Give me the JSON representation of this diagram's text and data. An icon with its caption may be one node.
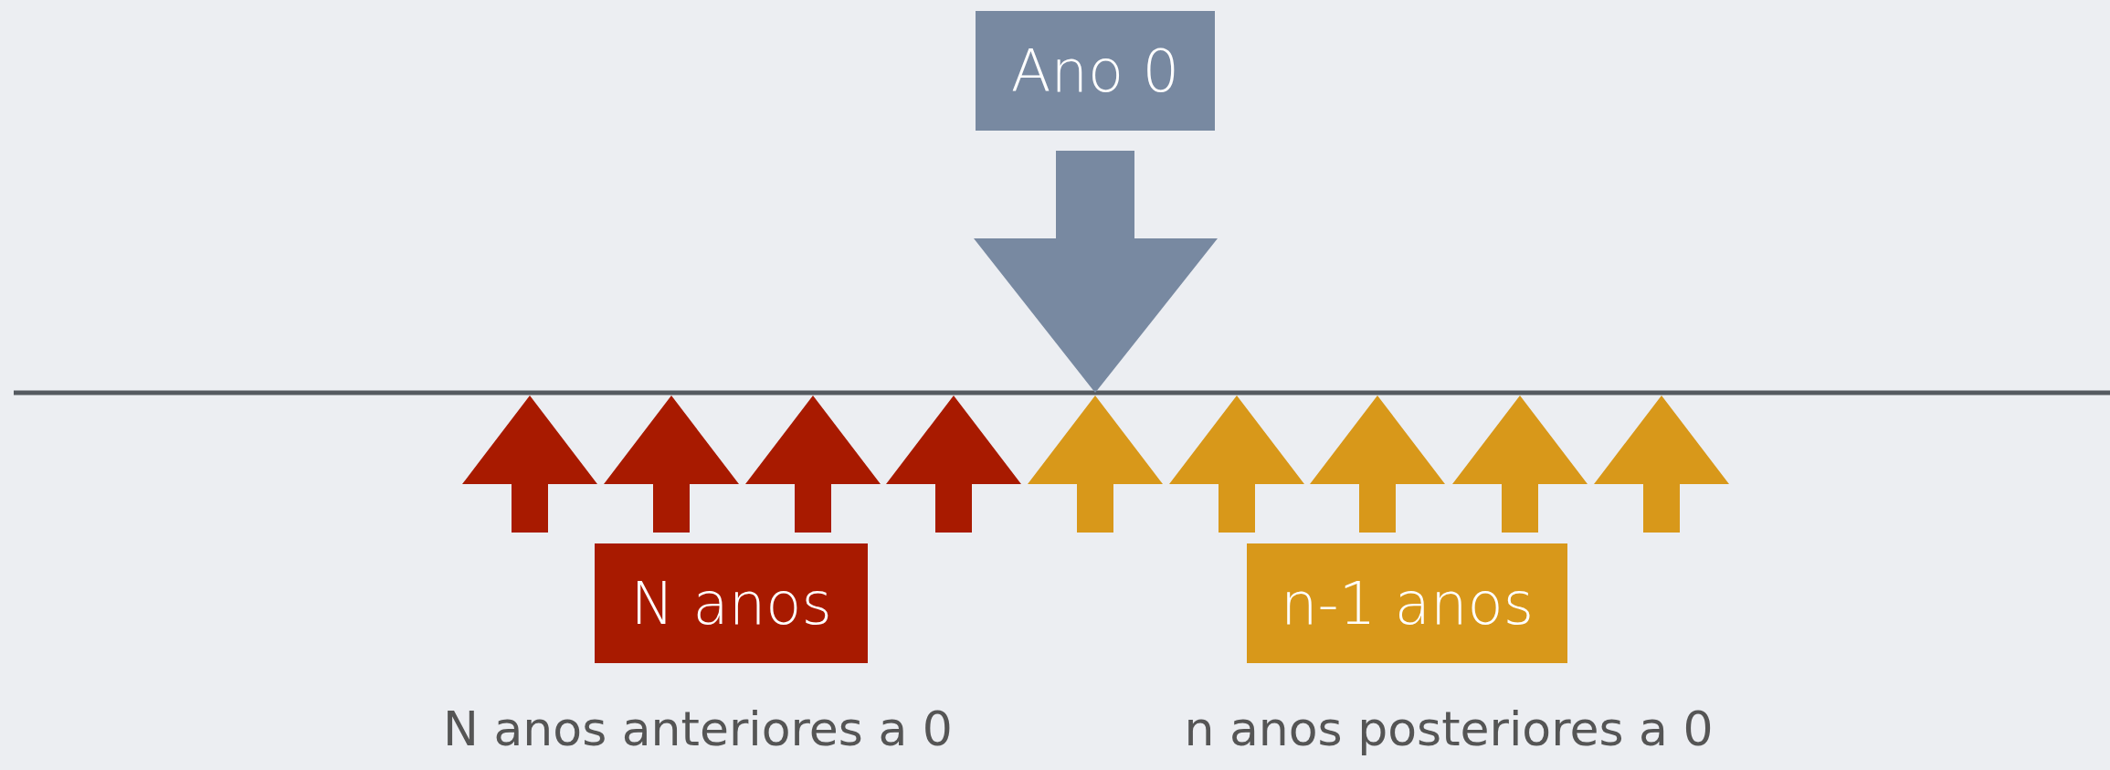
{
  "diagram": {
    "nodes": [
      {
        "text": [
          "Ano 0"
        ]
      },
      {
        "text": [
          "N anos"
        ]
      },
      {
        "text": [
          "n-1 anos"
        ]
      }
    ],
    "labels": [
      "N anos anteriores a 0",
      "n anos posteriores a 0"
    ]
  }
}
